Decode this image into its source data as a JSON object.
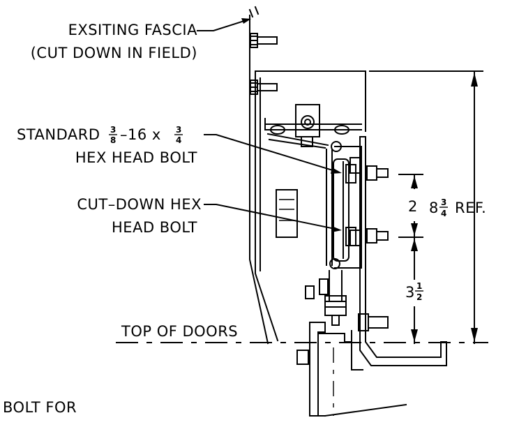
{
  "labels": {
    "fascia_line1": "EXSITING FASCIA",
    "fascia_line2": "(CUT DOWN IN FIELD)",
    "standard_bolt_prefix": "STANDARD",
    "standard_bolt_suffix": "–16 x",
    "standard_bolt_frac_a_num": "3",
    "standard_bolt_frac_a_den": "8",
    "standard_bolt_frac_b_num": "3",
    "standard_bolt_frac_b_den": "4",
    "standard_bolt_line2": "HEX HEAD BOLT",
    "cutdown_line1": "CUT–DOWN HEX",
    "cutdown_line2": "HEAD BOLT",
    "top_of_doors": "TOP OF DOORS",
    "bottom_partial": "BOLT FOR"
  },
  "dimensions": {
    "overall_whole": "8",
    "overall_frac_num": "3",
    "overall_frac_den": "4",
    "overall_suffix": "REF.",
    "bolt_spacing": "2",
    "lower_whole": "3",
    "lower_frac_num": "1",
    "lower_frac_den": "2"
  }
}
